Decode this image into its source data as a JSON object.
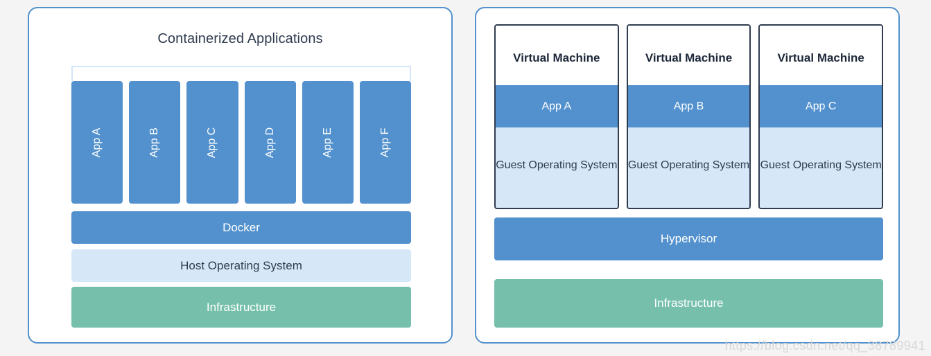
{
  "page": {
    "background_color": "#f4f4f4",
    "watermark": "https://blog.csdn.net/qq_38789941"
  },
  "colors": {
    "panel_border": "#5291cd",
    "app_blue": "#5291cd",
    "light_blue": "#d6e8f7",
    "bracket_blue": "#d3e5f6",
    "green": "#76c0ab",
    "vm_border": "#2f3c4f",
    "dark_text": "#2e3b4e"
  },
  "containers_panel": {
    "title": "Containerized Applications",
    "apps": [
      {
        "label": "App A"
      },
      {
        "label": "App B"
      },
      {
        "label": "App C"
      },
      {
        "label": "App D"
      },
      {
        "label": "App E"
      },
      {
        "label": "App F"
      }
    ],
    "layers": [
      {
        "label": "Docker",
        "color": "#5291cd"
      },
      {
        "label": "Host Operating System",
        "color": "#d6e8f7"
      },
      {
        "label": "Infrastructure",
        "color": "#76c0ab"
      }
    ]
  },
  "vms_panel": {
    "vms": [
      {
        "title": "Virtual Machine",
        "app": "App A",
        "guest_os": "Guest Operating System"
      },
      {
        "title": "Virtual Machine",
        "app": "App B",
        "guest_os": "Guest Operating System"
      },
      {
        "title": "Virtual Machine",
        "app": "App C",
        "guest_os": "Guest Operating System"
      }
    ],
    "layers": [
      {
        "label": "Hypervisor",
        "color": "#5291cd"
      },
      {
        "label": "Infrastructure",
        "color": "#76c0ab"
      }
    ]
  }
}
